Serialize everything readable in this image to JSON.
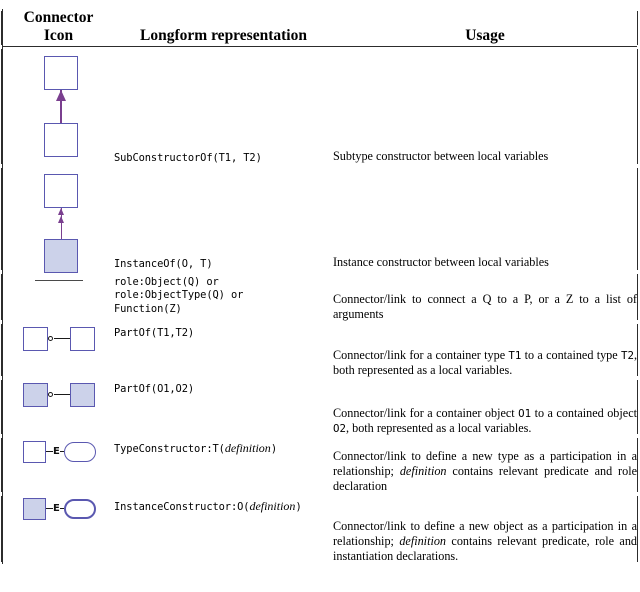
{
  "page": {
    "ghost_top_text": "· · ·  · ·  ·· ·· ··      ·· ··  ··  ··",
    "accent_shape_border": "#5a58b0",
    "accent_shape_fill": "#ccd2ea",
    "arrow_color": "#7a3f8f",
    "rule_color": "#2c2c2c"
  },
  "table": {
    "headers": {
      "icon": "Connector Icon",
      "icon_line1": "Connector",
      "icon_line2": "Icon",
      "longform": "Longform representation",
      "usage": "Usage"
    },
    "rows": [
      {
        "id": "sub-constructor-of",
        "icon_name": "two-empty-squares-up-arrow-icon",
        "longform": "SubConstructorOf(T1, T2)",
        "usage": "Subtype constructor between local variables"
      },
      {
        "id": "instance-of",
        "icon_name": "empty-square-over-filled-square-thin-arrow-icon",
        "longform": "InstanceOf(O, T)",
        "usage": "Instance constructor between local variables"
      },
      {
        "id": "role-object",
        "icon_name": "plain-horizontal-line-icon",
        "longform_lines": [
          "role:Object(Q) or",
          "role:ObjectType(Q) or",
          "Function(Z)"
        ],
        "usage": "Connector/link to connect a Q to a P, or a Z to a list of arguments"
      },
      {
        "id": "part-of-types",
        "icon_name": "two-empty-squares-linked-circle-icon",
        "longform": "PartOf(T1,T2)",
        "usage_parts": [
          {
            "t": "Connector/link for a container type "
          },
          {
            "t": "T1",
            "tt": true
          },
          {
            "t": " to a contained type "
          },
          {
            "t": "T2",
            "tt": true
          },
          {
            "t": ", both represented as a local variables."
          }
        ],
        "usage": "Connector/link for a container type T1 to a contained type T2, both represented as a local variables."
      },
      {
        "id": "part-of-objects",
        "icon_name": "two-filled-squares-linked-circle-icon",
        "longform": "PartOf(O1,O2)",
        "usage_parts": [
          {
            "t": "Connector/link for a container object "
          },
          {
            "t": "O1",
            "tt": true
          },
          {
            "t": " to a contained object "
          },
          {
            "t": "O2",
            "tt": true
          },
          {
            "t": ", both represented as a local variables."
          }
        ],
        "usage": "Connector/link for a container object O1 to a contained object O2, both represented as a local variables."
      },
      {
        "id": "type-constructor",
        "icon_name": "empty-square-e-link-rounded-rect-icon",
        "longform_prefix": "TypeConstructor:T(",
        "longform_italic": "definition",
        "longform_suffix": ")",
        "longform": "TypeConstructor:T(definition)",
        "usage_parts": [
          {
            "t": "Connector/link to define a new type as a participation in a relationship; "
          },
          {
            "t": "definition",
            "ital": true
          },
          {
            "t": " contains relevant predicate and role declaration"
          }
        ],
        "usage": "Connector/link to define a new type as a participation in a relationship; definition contains relevant predicate and role declaration"
      },
      {
        "id": "instance-constructor",
        "icon_name": "filled-square-e-link-rounded-rect-icon",
        "longform_prefix": "InstanceConstructor:O(",
        "longform_italic": "definition",
        "longform_suffix": ")",
        "longform": "InstanceConstructor:O(definition)",
        "usage_parts": [
          {
            "t": "Connector/link to define a new object as a participation in a relationship; "
          },
          {
            "t": "definition",
            "ital": true
          },
          {
            "t": " contains relevant predicate, role and instantiation declarations."
          }
        ],
        "usage": "Connector/link to define a new object as a participation in a relationship; definition contains relevant predicate, role and instantiation declarations."
      }
    ]
  }
}
